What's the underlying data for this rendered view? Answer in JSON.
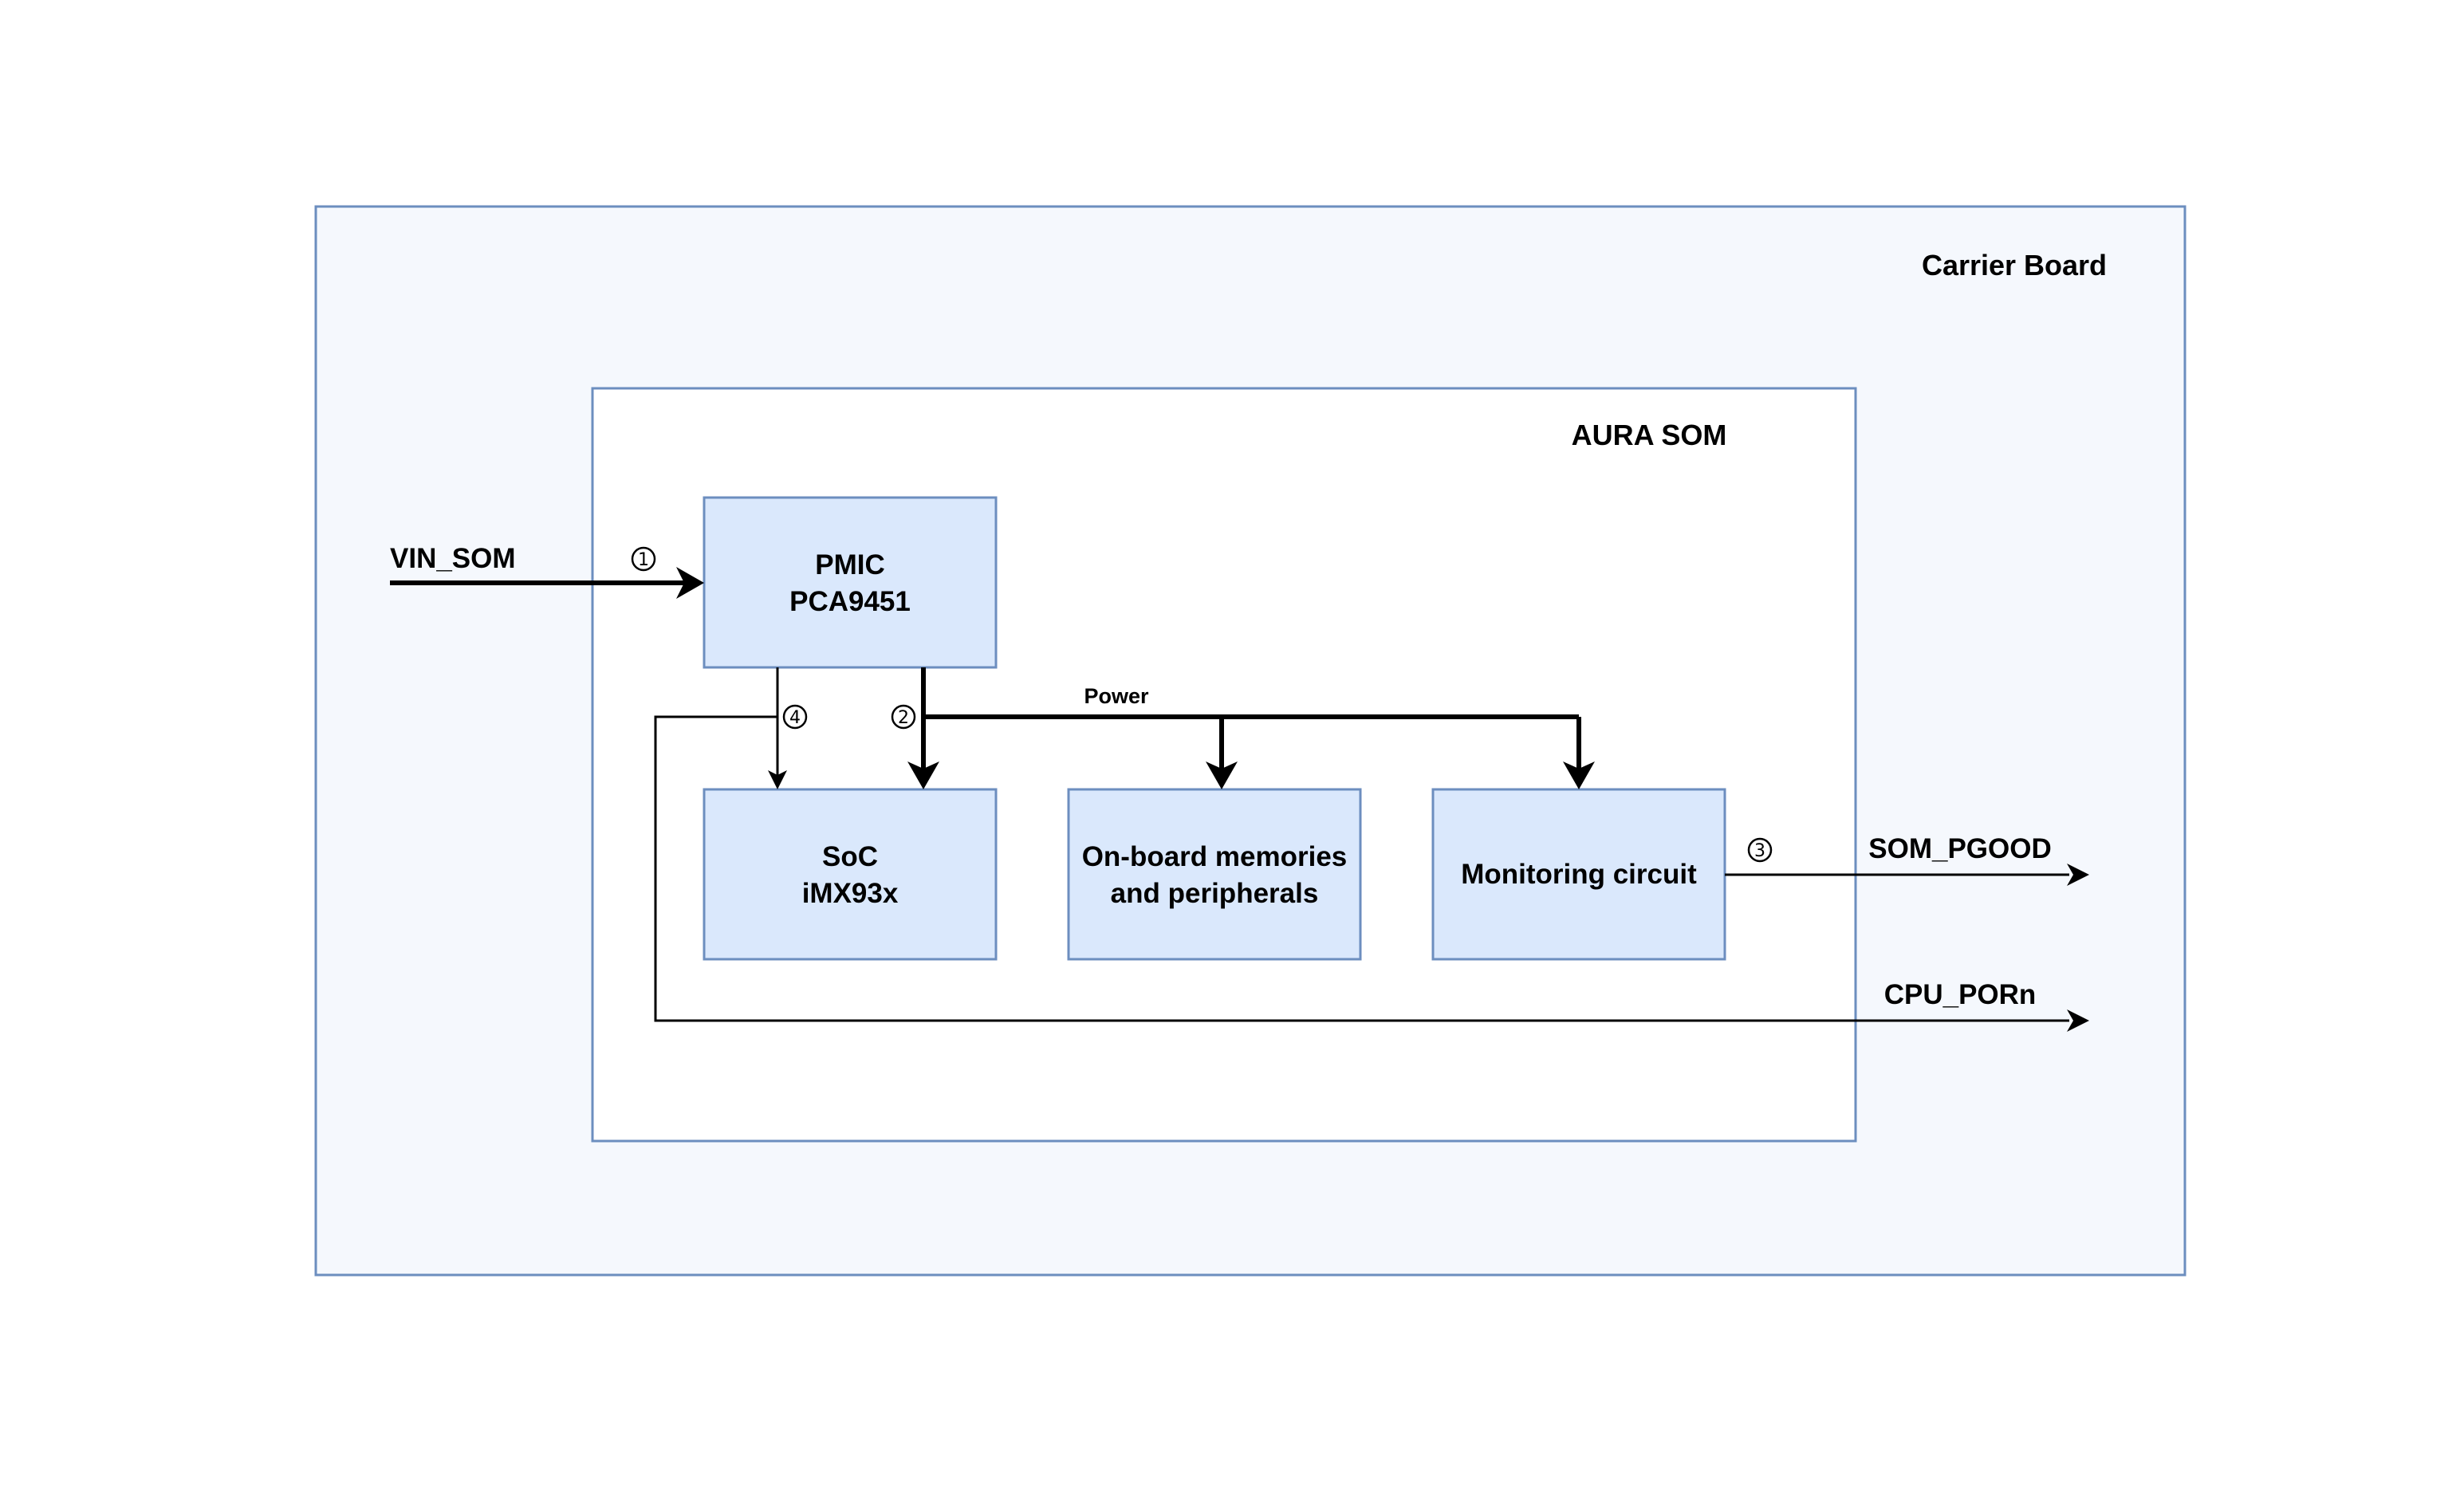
{
  "colors": {
    "carrier_fill": "#f5f8fd",
    "carrier_stroke": "#6c8ebf",
    "som_fill": "#ffffff",
    "block_fill": "#dae8fc",
    "block_stroke": "#6c8ebf",
    "wire": "#000000"
  },
  "carrier": {
    "label": "Carrier Board"
  },
  "som": {
    "label": "AURA SOM"
  },
  "blocks": {
    "pmic": {
      "line1": "PMIC",
      "line2": "PCA9451"
    },
    "soc": {
      "line1": "SoC",
      "line2": "iMX93x"
    },
    "memories": {
      "line1": "On-board memories",
      "line2": "and peripherals"
    },
    "monitor": {
      "line1": "Monitoring circuit"
    }
  },
  "signals": {
    "vin": "VIN_SOM",
    "power": "Power",
    "pgood": "SOM_PGOOD",
    "porn": "CPU_PORn"
  },
  "badges": {
    "b1": "1",
    "b2": "2",
    "b3": "3",
    "b4": "4"
  }
}
